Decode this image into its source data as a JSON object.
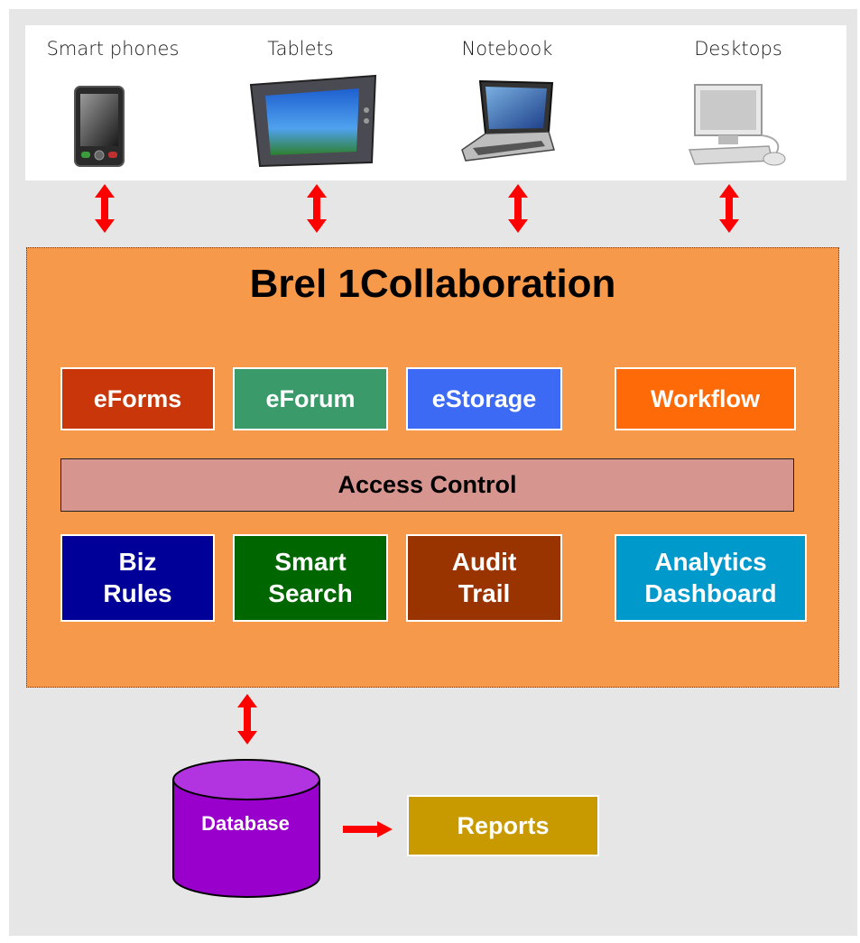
{
  "devices": [
    {
      "label": "Smart phones",
      "icon": "smartphone-icon"
    },
    {
      "label": "Tablets",
      "icon": "tablet-icon"
    },
    {
      "label": "Notebook",
      "icon": "laptop-icon"
    },
    {
      "label": "Desktops",
      "icon": "desktop-icon"
    }
  ],
  "platform": {
    "title": "Brel 1Collaboration",
    "modules_row1": [
      {
        "label": "eForms",
        "color": "#c8360a"
      },
      {
        "label": "eForum",
        "color": "#3a9a6a"
      },
      {
        "label": "eStorage",
        "color": "#3c6af5"
      },
      {
        "label": "Workflow",
        "color": "#ff6a08"
      }
    ],
    "access_control": "Access Control",
    "modules_row2": [
      {
        "line1": "Biz",
        "line2": "Rules",
        "color": "#000099"
      },
      {
        "line1": "Smart",
        "line2": "Search",
        "color": "#006600"
      },
      {
        "line1": "Audit",
        "line2": "Trail",
        "color": "#993300"
      },
      {
        "line1": "Analytics",
        "line2": "Dashboard",
        "color": "#0099cc"
      }
    ]
  },
  "database": {
    "label": "Database",
    "color": "#9900cc"
  },
  "reports": {
    "label": "Reports",
    "color": "#c99a00"
  },
  "colors": {
    "arrow": "#ff0000",
    "platform": "#f7994a",
    "background": "#e6e6e6"
  }
}
